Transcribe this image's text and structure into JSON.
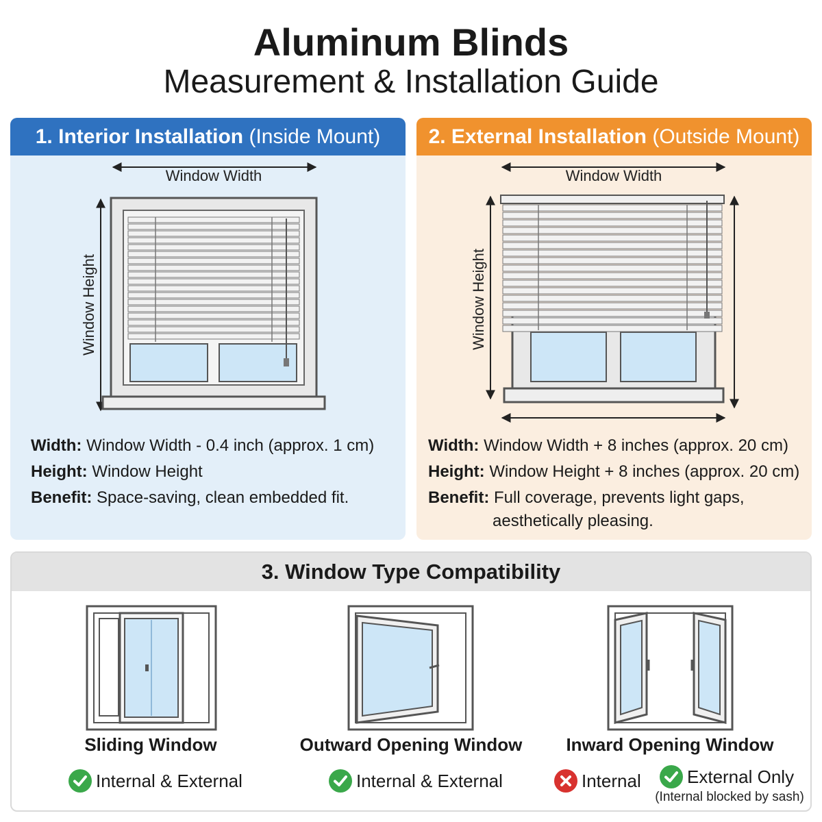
{
  "title": "Aluminum Blinds",
  "subtitle": "Measurement & Installation Guide",
  "interior": {
    "heading_bold": "1. Interior Installation",
    "heading_rest": " (Inside Mount)",
    "width_dim": "Window Width",
    "height_dim": "Window Height",
    "specs": {
      "width_label": "Width:",
      "width_value": " Window Width - 0.4 inch (approx. 1 cm)",
      "height_label": "Height:",
      "height_value": " Window Height",
      "benefit_label": "Benefit:",
      "benefit_value": " Space-saving, clean embedded fit."
    }
  },
  "external": {
    "heading_bold": "2. External Installation",
    "heading_rest": " (Outside Mount)",
    "width_dim": "Window Width",
    "height_dim": "Window Height",
    "specs": {
      "width_label": "Width:",
      "width_value": " Window Width + 8 inches (approx. 20 cm)",
      "height_label": "Height:",
      "height_value": " Window Height + 8 inches (approx. 20 cm)",
      "benefit_label": "Benefit:",
      "benefit_value_1": " Full coverage, prevents light gaps,",
      "benefit_value_2": "aesthetically pleasing."
    }
  },
  "compatibility": {
    "heading": "3. Window Type Compatibility",
    "sliding": {
      "name": "Sliding Window",
      "status": "Internal & External"
    },
    "outward": {
      "name": "Outward Opening Window",
      "status": "Internal & External"
    },
    "inward": {
      "name": "Inward Opening Window",
      "status_no": "Internal",
      "status_ok": "External Only",
      "note": "(Internal blocked by sash)"
    }
  },
  "icons": {
    "ok": "check-circle-icon",
    "no": "x-circle-icon"
  },
  "colors": {
    "interior_accent": "#2f72c0",
    "interior_bg": "#e3eff9",
    "external_accent": "#f0922e",
    "external_bg": "#fbeee0",
    "ok_green": "#3aa84a",
    "no_red": "#d8322f",
    "glass": "#cde6f7"
  }
}
